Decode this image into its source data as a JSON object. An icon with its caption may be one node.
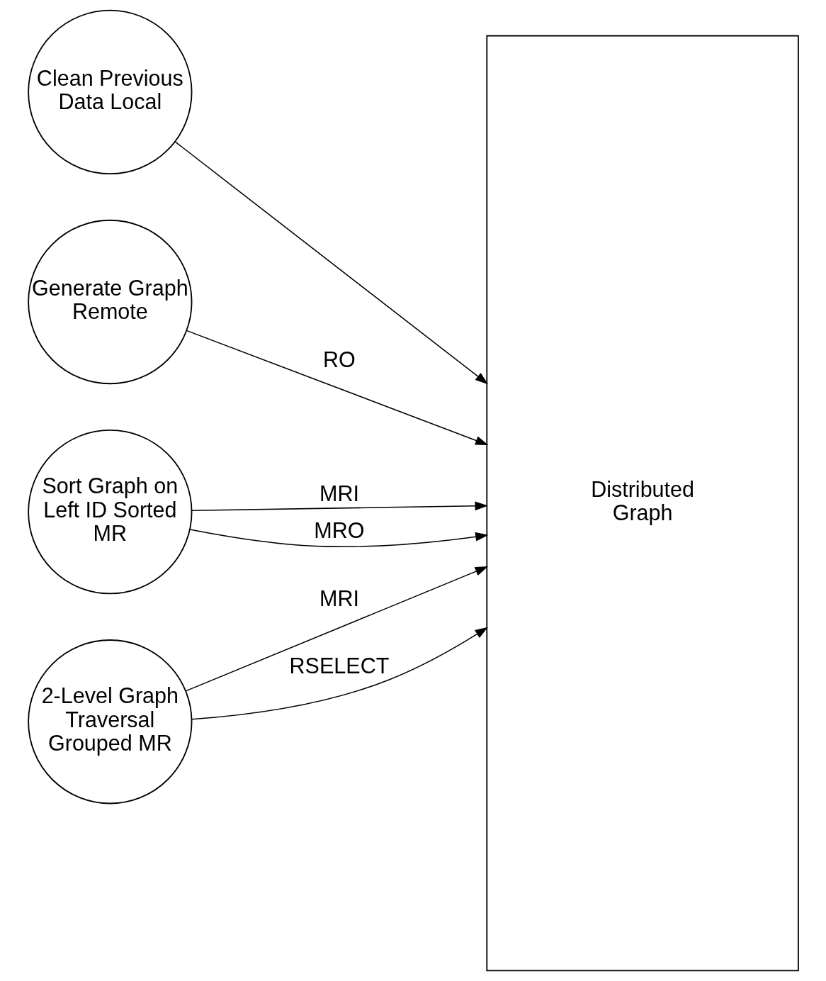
{
  "diagram": {
    "nodes": [
      {
        "text": [
          "Clean Previous Data Local"
        ]
      },
      {
        "text": [
          "Generate Graph Remote"
        ]
      },
      {
        "text": [
          "Sort Graph on Left ID Sorted MR"
        ]
      },
      {
        "text": [
          "2-Level Graph Traversal Grouped MR"
        ]
      },
      {
        "text": [
          "Distributed Graph"
        ]
      }
    ],
    "edges": [
      {
        "from": 0,
        "to": 4,
        "arrow": "to"
      },
      {
        "from": 1,
        "to": 4,
        "arrow": "to",
        "label": "RO"
      },
      {
        "from": 2,
        "to": 4,
        "arrow": "to",
        "label": "MRI"
      },
      {
        "from": 2,
        "to": 4,
        "arrow": "to",
        "label": "MRO"
      },
      {
        "from": 3,
        "to": 4,
        "arrow": "to",
        "label": "MRI"
      },
      {
        "from": 3,
        "to": 4,
        "arrow": "to",
        "label": "RSELECT"
      }
    ]
  }
}
